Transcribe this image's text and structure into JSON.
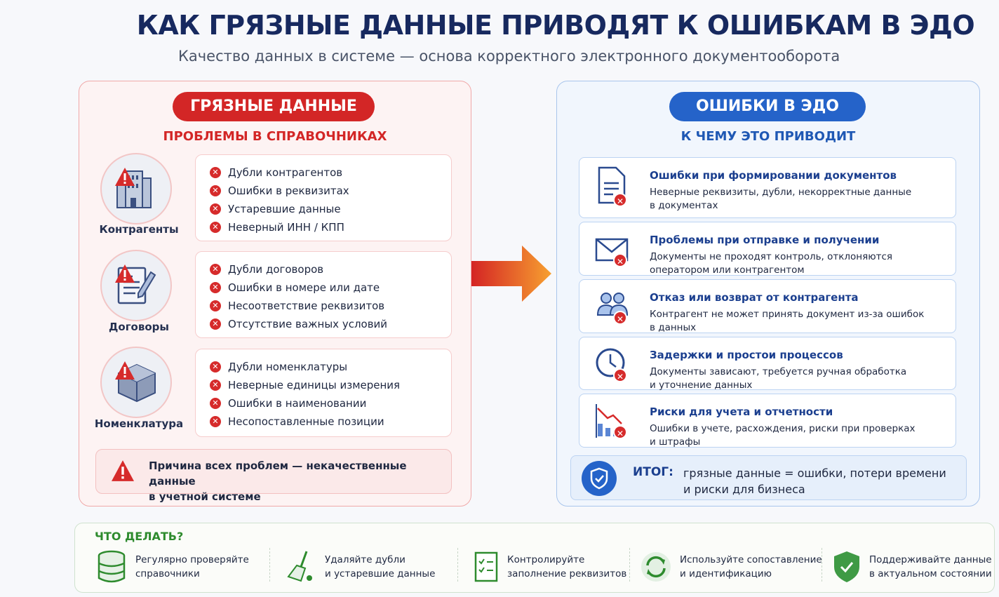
{
  "title": "КАК ГРЯЗНЫЕ ДАННЫЕ ПРИВОДЯТ К ОШИБКАМ В ЭДО",
  "subtitle": "Качество данных в системе — основа корректного электронного документооборота",
  "left": {
    "badge": "ГРЯЗНЫЕ ДАННЫЕ",
    "heading": "ПРОБЛЕМЫ В СПРАВОЧНИКАХ",
    "groups": [
      {
        "label": "Контрагенты",
        "items": [
          "Дубли контрагентов",
          "Ошибки в реквизитах",
          "Устаревшие данные",
          "Неверный ИНН / КПП"
        ]
      },
      {
        "label": "Договоры",
        "items": [
          "Дубли договоров",
          "Ошибки в номере или дате",
          "Несоответствие реквизитов",
          "Отсутствие важных условий"
        ]
      },
      {
        "label": "Номенклатура",
        "items": [
          "Дубли номенклатуры",
          "Неверные единицы измерения",
          "Ошибки в наименовании",
          "Несопоставленные позиции"
        ]
      }
    ],
    "cause": {
      "line1": "Причина всех проблем — некачественные данные",
      "line2": "в учетной системе"
    }
  },
  "right": {
    "badge": "ОШИБКИ В ЭДО",
    "heading": "К ЧЕМУ ЭТО ПРИВОДИТ",
    "cards": [
      {
        "title": "Ошибки при формировании документов",
        "line1": "Неверные реквизиты, дубли, некорректные данные",
        "line2": "в документах"
      },
      {
        "title": "Проблемы при отправке и получении",
        "line1": "Документы не проходят контроль, отклоняются",
        "line2": "оператором или контрагентом"
      },
      {
        "title": "Отказ или возврат от контрагента",
        "line1": "Контрагент не может принять документ из-за ошибок",
        "line2": "в данных"
      },
      {
        "title": "Задержки и простои процессов",
        "line1": "Документы зависают, требуется ручная обработка",
        "line2": "и уточнение данных"
      },
      {
        "title": "Риски для учета и отчетности",
        "line1": "Ошибки в учете, расхождения, риски при проверках",
        "line2": "и штрафы"
      }
    ],
    "summary": {
      "label": "ИТОГ:",
      "line1": "грязные данные = ошибки, потери времени",
      "line2": "и риски для бизнеса"
    }
  },
  "bottom": {
    "heading": "ЧТО ДЕЛАТЬ?",
    "tips": [
      {
        "line1": "Регулярно проверяйте",
        "line2": "справочники"
      },
      {
        "line1": "Удаляйте дубли",
        "line2": "и устаревшие данные"
      },
      {
        "line1": "Контролируйте",
        "line2": "заполнение реквизитов"
      },
      {
        "line1": "Используйте сопоставление",
        "line2": "и идентификацию"
      },
      {
        "line1": "Поддерживайте данные",
        "line2": "в актуальном состоянии"
      }
    ]
  },
  "colors": {
    "red": "#d32626",
    "blue": "#2563c9",
    "green": "#2e8b2e",
    "navy": "#17295f"
  }
}
